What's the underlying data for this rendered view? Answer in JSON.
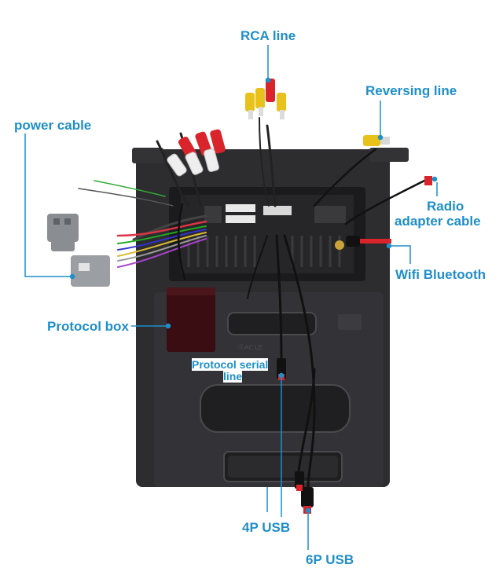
{
  "labels": {
    "rca_line": "RCA line",
    "reversing_line": "Reversing line",
    "power_cable": "power cable",
    "radio_adapter_cable_1": "Radio",
    "radio_adapter_cable_2": "adapter cable",
    "wifi_bluetooth": "Wifi Bluetooth",
    "protocol_box": "Protocol box",
    "protocol_serial_line_1": "Protocol serial",
    "protocol_serial_line_2": "line",
    "usb_4p": "4P USB",
    "usb_6p": "6P USB"
  },
  "colors": {
    "label": "#1e8fc8",
    "leader": "#1e8fc8",
    "bezel": "#2a2a2c",
    "rca_red": "#d8242a",
    "rca_white": "#eeeeee",
    "rca_yellow": "#e8c21a",
    "protocol_box": "#3a0d12"
  }
}
